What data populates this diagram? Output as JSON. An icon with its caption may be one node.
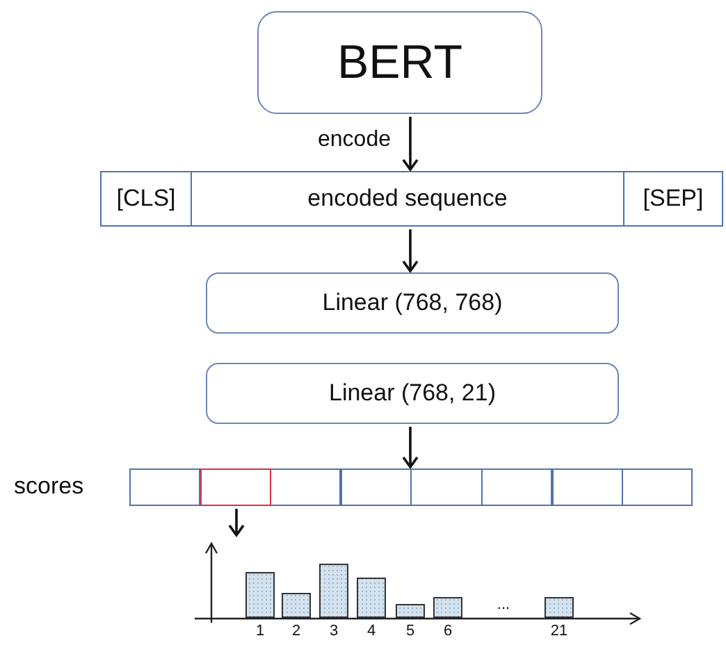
{
  "diagram": {
    "nodes": [
      {
        "text": [
          "BERT"
        ]
      },
      {
        "text": [],
        "shape": "bar"
      },
      {
        "text": [
          "[CLS]"
        ],
        "in": 1
      },
      {
        "text": [
          "encoded sequence"
        ],
        "in": 1
      },
      {
        "text": [
          "[SEP]"
        ],
        "in": 1
      },
      {
        "text": [
          "Linear (768, 768)"
        ]
      },
      {
        "text": [
          "Linear (768, 21)"
        ]
      },
      {
        "text": [
          "scores"
        ]
      },
      {
        "text": [],
        "shape": "box",
        "in": 7
      },
      {
        "text": [],
        "shape": "box",
        "in": 7
      },
      {
        "text": [],
        "shape": "box",
        "in": 7
      },
      {
        "text": [],
        "shape": "box",
        "in": 7
      },
      {
        "text": [],
        "shape": "box",
        "in": 7
      },
      {
        "text": [],
        "shape": "box",
        "in": 7
      },
      {
        "text": [],
        "shape": "box",
        "in": 7
      },
      {
        "text": [],
        "shape": "box",
        "in": 7
      },
      {
        "text": [],
        "shape": "picture"
      }
    ],
    "edges": [
      {
        "from": 0,
        "to": 1,
        "arrow": "to",
        "label": "encode"
      },
      {
        "from": 1,
        "to": 5,
        "arrow": "to"
      },
      {
        "from": 6,
        "to": 7,
        "arrow": "to"
      },
      {
        "from": 9,
        "to": 16,
        "arrow": "to"
      }
    ],
    "labels": [
      "1",
      "2",
      "3",
      "4",
      "5",
      "6",
      "...",
      "21"
    ]
  }
}
